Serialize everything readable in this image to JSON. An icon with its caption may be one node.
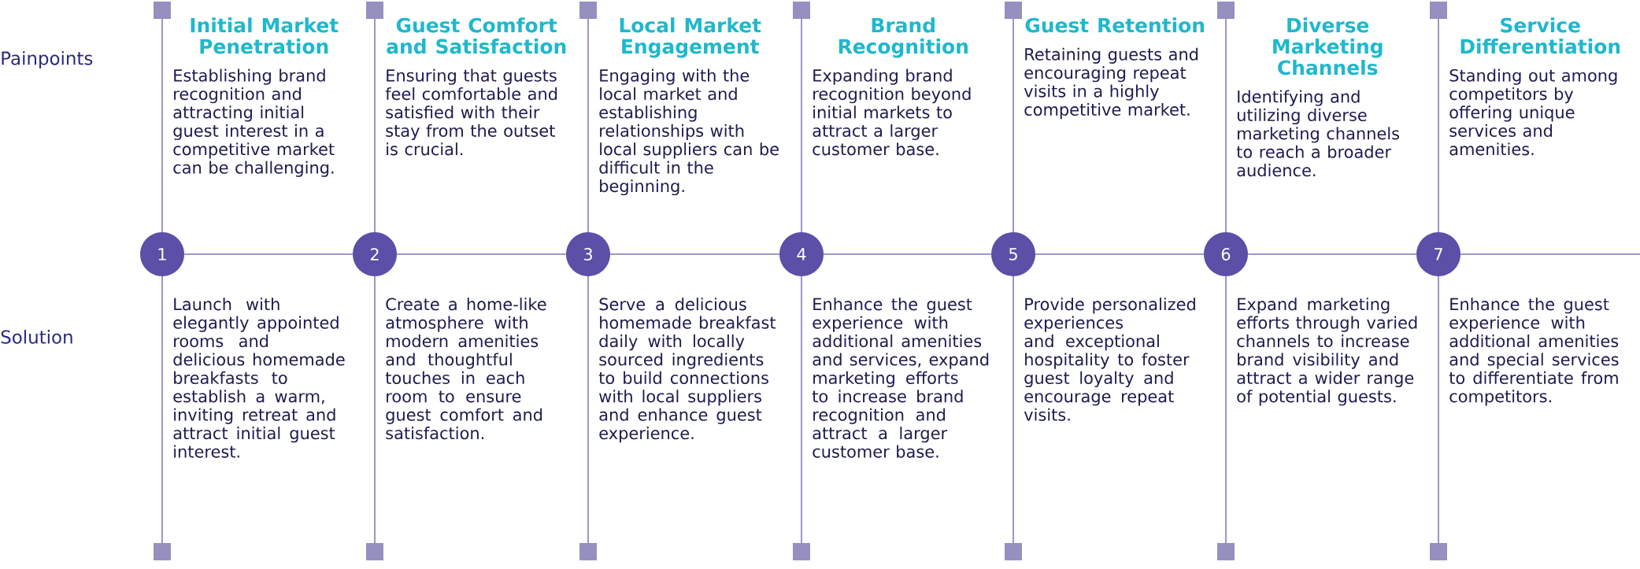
{
  "diagram": {
    "nodes": [
      {
        "text": [
          "Initial Market Penetration",
          "Establishing brand recognition and attracting initial guest interest in a competitive market can be challenging."
        ]
      },
      {
        "text": [
          "Guest Comfort and Satisfaction",
          "Ensuring that guests feel comfortable and satisfied with their stay from the outset is crucial."
        ]
      },
      {
        "text": [
          "Local Market Engagement",
          "Engaging with the local market and establishing relationships with local suppliers can be difficult in the beginning."
        ]
      },
      {
        "text": [
          "Brand Recognition",
          "Expanding brand recognition beyond initial markets to attract a larger customer base."
        ]
      },
      {
        "text": [
          "Guest Retention",
          "Retaining guests and encouraging repeat visits in a highly competitive market."
        ]
      },
      {
        "text": [
          "Diverse Marketing Channels",
          "Identifying and utilizing diverse marketing channels to reach a broader audience."
        ]
      },
      {
        "text": [
          "Service Differentiation",
          "Standing out among competitors by offering unique services and amenities."
        ]
      },
      {
        "text": [
          "1"
        ]
      },
      {
        "text": [
          "2"
        ]
      },
      {
        "text": [
          "3"
        ]
      },
      {
        "text": [
          "4"
        ]
      },
      {
        "text": [
          "5"
        ]
      },
      {
        "text": [
          "6"
        ]
      },
      {
        "text": [
          "7"
        ]
      },
      {
        "text": [
          "Launch with elegantly appointed rooms and delicious homemade breakfasts to establish a warm, inviting retreat and attract initial guest interest."
        ]
      },
      {
        "text": [
          "Create a home-like atmosphere with modern amenities and thoughtful touches in each room to ensure guest comfort and satisfaction."
        ]
      },
      {
        "text": [
          "Serve a delicious homemade breakfast daily with locally sourced ingredients to build connections with local suppliers and enhance guest experience."
        ]
      },
      {
        "text": [
          "Enhance the guest experience with additional amenities and services, expand marketing efforts to increase brand recognition and attract a larger customer base."
        ]
      },
      {
        "text": [
          "Provide personalized experiences and exceptional hospitality to foster guest loyalty and encourage repeat visits."
        ]
      },
      {
        "text": [
          "Expand marketing efforts through varied channels to increase brand visibility and attract a wider range of potential guests."
        ]
      },
      {
        "text": [
          "Enhance the guest experience with additional amenities and special services to differentiate from competitors."
        ]
      }
    ],
    "edges": [
      {
        "from": 7,
        "to": 8,
        "arrow": "none"
      },
      {
        "from": 8,
        "to": 9,
        "arrow": "none"
      },
      {
        "from": 9,
        "to": 10,
        "arrow": "none"
      },
      {
        "from": 10,
        "to": 11,
        "arrow": "none"
      },
      {
        "from": 11,
        "to": 12,
        "arrow": "none"
      },
      {
        "from": 12,
        "to": 13,
        "arrow": "none"
      },
      {
        "from": 13,
        "to": null,
        "arrow": "none"
      }
    ],
    "labels": [
      "Painpoints",
      "Solution"
    ]
  }
}
